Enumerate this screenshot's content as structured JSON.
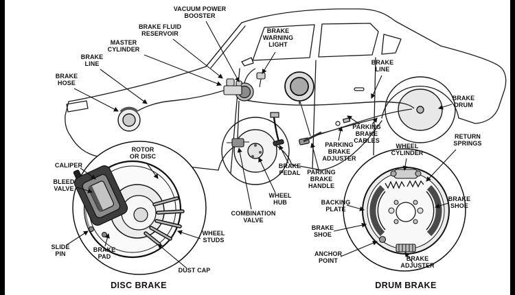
{
  "colors": {
    "ink": "#111111",
    "background": "#ffffff",
    "letterbox": "#000000"
  },
  "labels": {
    "vacuum_power_booster": "VACUUM POWER\nBOOSTER",
    "brake_fluid_reservoir": "BRAKE FLUID\nRESERVOIR",
    "master_cylinder": "MASTER\nCYLINDER",
    "brake_warning_light": "BRAKE\nWARNING\nLIGHT",
    "brake_line_left": "BRAKE\nLINE",
    "brake_hose": "BRAKE\nHOSE",
    "brake_line_right": "BRAKE\nLINE",
    "brake_drum": "BRAKE\nDRUM",
    "rotor_or_disc": "ROTOR\nOR DISC",
    "caliper": "CALIPER",
    "bleed_valve": "BLEED\nVALVE",
    "parking_brake_cables": "PARKING\nBRAKE\nCABLES",
    "parking_brake_adjuster": "PARKING\nBRAKE\nADJUSTER",
    "wheel_cylinder": "WHEEL\nCYLINDER",
    "return_springs": "RETURN\nSPRINGS",
    "brake_pedal": "BRAKE\nPEDAL",
    "parking_brake_handle": "PARKING\nBRAKE\nHANDLE",
    "wheel_hub": "WHEEL\nHUB",
    "combination_valve": "COMBINATION\nVALVE",
    "backing_plate": "BACKING\nPLATE",
    "brake_shoe_right": "BRAKE\nSHOE",
    "brake_shoe_left": "BRAKE\nSHOE",
    "slide_pin": "SLIDE\nPIN",
    "brake_pad": "BRAKE\nPAD",
    "wheel_studs": "WHEEL\nSTUDS",
    "dust_cap": "DUST CAP",
    "anchor_point": "ANCHOR\nPOINT",
    "brake_adjuster": "BRAKE\nADJUSTER"
  },
  "captions": {
    "disc_brake": "DISC BRAKE",
    "drum_brake": "DRUM BRAKE"
  }
}
